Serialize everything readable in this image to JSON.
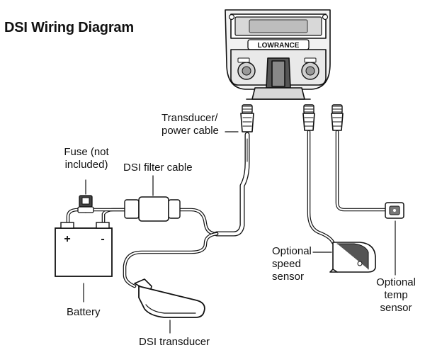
{
  "title": "DSI Wiring Diagram",
  "display": {
    "brand": "LOWRANCE"
  },
  "labels": {
    "transducer_power_cable_l1": "Transducer/",
    "transducer_power_cable_l2": "power cable",
    "fuse_l1": "Fuse (not",
    "fuse_l2": "included)",
    "dsi_filter_cable": "DSI filter cable",
    "battery": "Battery",
    "dsi_transducer": "DSI transducer",
    "speed_l1": "Optional",
    "speed_l2": "speed",
    "speed_l3": "sensor",
    "temp_l1": "Optional",
    "temp_l2": "temp",
    "temp_l3": "sensor",
    "battery_plus": "+",
    "battery_minus": "-"
  },
  "icons": [
    "display-unit-icon",
    "connector-icon",
    "fuse-holder-icon",
    "filter-block-icon",
    "battery-icon",
    "transducer-icon",
    "speed-sensor-icon",
    "temp-sensor-icon"
  ]
}
